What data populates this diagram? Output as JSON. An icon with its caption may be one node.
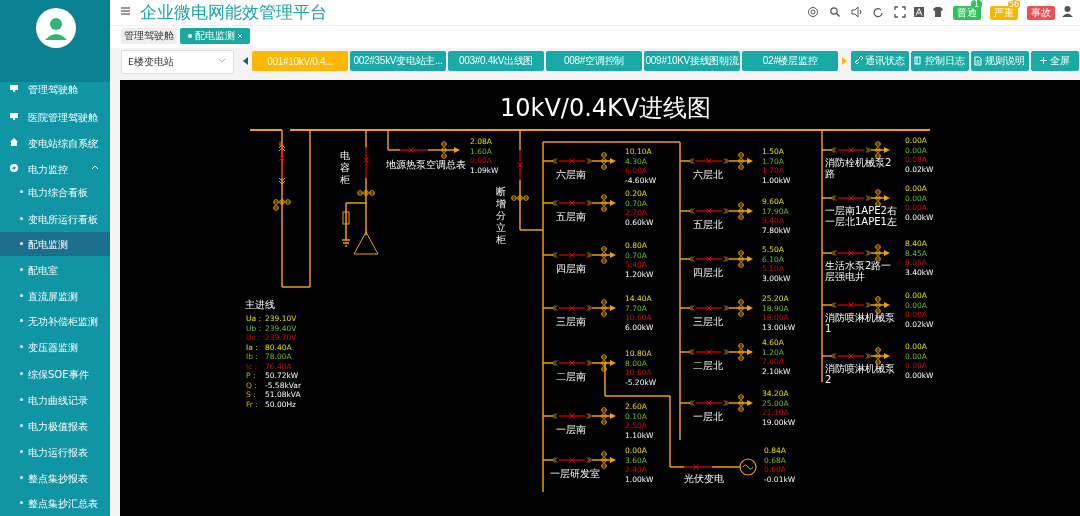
{
  "diagram": {
    "title": "10kV/0.4KV进线图",
    "labels": [
      "管理驾驶舱",
      "医院管理驾驶舱",
      "变电站综自系统",
      "电力监控",
      "电力综合看板",
      "变电所运行看板",
      "配电监测",
      "配电室",
      "直流屏监测",
      "无功补偿柜监测",
      "变压器监测",
      "综保SOE事件",
      "电力曲线记录",
      "电力极值报表",
      "电力运行报表",
      "整点集抄报表",
      "整点集抄汇总表",
      "企业微电网能效管理平台",
      "普通",
      "1",
      "严重",
      "56",
      "事故",
      "管理驾驶舱",
      "配电监测",
      "E楼变电站",
      "001#10kV/0.4...",
      "002#35kV变电站主...",
      "003#0.4kV出线图",
      "008#空调控制",
      "009#10KV接线图朝流",
      "02#楼层监控",
      "通讯状态",
      "控制日志",
      "规则说明",
      "全屏",
      "电容柜",
      "地源热泵空调总表",
      "2.08A",
      "1.60A",
      "0.00A",
      "1.09kW",
      "断增分立柜",
      "六层南",
      "10.10A",
      "4.30A",
      "6.00A",
      "-4.60kW",
      "五层南",
      "0.20A",
      "0.70A",
      "2.70A",
      "0.60kW",
      "四层南",
      "0.80A",
      "0.70A",
      "5.40A",
      "1.20kW",
      "三层南",
      "14.40A",
      "7.70A",
      "10.60A",
      "6.00kW",
      "二层南",
      "10.80A",
      "8.00A",
      "10.60A",
      "-5.20kW",
      "一层南",
      "2.60A",
      "0.10A",
      "2.50A",
      "1.10kW",
      "一层研发室",
      "0.00A",
      "3.60A",
      "2.40A",
      "1.00kW",
      "六层北",
      "1.50A",
      "1.70A",
      "1.70A",
      "1.00kW",
      "五层北",
      "9.60A",
      "17.90A",
      "9.40A",
      "7.80kW",
      "四层北",
      "5.50A",
      "6.10A",
      "5.10A",
      "3.00kW",
      "三层北",
      "25.20A",
      "18.90A",
      "18.00A",
      "13.00kW",
      "二层北",
      "4.60A",
      "1.20A",
      "7.60A",
      "2.10kW",
      "一层北",
      "34.20A",
      "25.00A",
      "21.10A",
      "19.00kW",
      "光伏变电",
      "0.84A",
      "0.68A",
      "0.60A",
      "-0.01kW",
      "消防栓机械泵2路",
      "0.00A",
      "0.00A",
      "0.08A",
      "0.02kW",
      "一层南1APE2右一层北1APE1左",
      "0.00A",
      "0.00A",
      "0.00A",
      "0.00kW",
      "生活水泵2路一层强电井",
      "8.40A",
      "8.45A",
      "9.05A",
      "3.40kW",
      "消防喷淋机械泵1",
      "0.00A",
      "0.00A",
      "0.00A",
      "0.02kW",
      "消防喷淋机械泵2",
      "0.00A",
      "0.00A",
      "0.00A",
      "0.00kW",
      "主进线",
      "Ua :",
      "239.10V",
      "Ub :",
      "239.40V",
      "Uc :",
      "239.70V",
      "Ia :",
      "80.40A",
      "Ib :",
      "78.00A",
      "Ic :",
      "76.40A",
      "P :",
      "50.72kW",
      "Q :",
      "-5.58kVar",
      "S :",
      "51.08kVA",
      "Fr :",
      "50.00Hz"
    ]
  }
}
